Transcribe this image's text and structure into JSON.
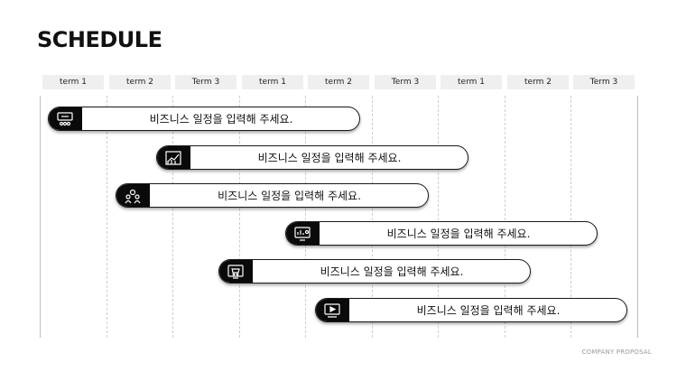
{
  "title": "SCHEDULE",
  "terms": [
    "term 1",
    "term 2",
    "Term 3",
    "term 1",
    "term 2",
    "Term 3",
    "term 1",
    "term 2",
    "Term 3"
  ],
  "tasks": [
    {
      "label": "비즈니스 일정을 입력해 주세요.",
      "icon": "presentation-icon"
    },
    {
      "label": "비즈니스 일정을 입력해 주세요.",
      "icon": "growth-chart-icon"
    },
    {
      "label": "비즈니스 일정을 입력해 주세요.",
      "icon": "team-icon"
    },
    {
      "label": "비즈니스 일정을 입력해 주세요.",
      "icon": "dashboard-icon"
    },
    {
      "label": "비즈니스 일정을 입력해 주세요.",
      "icon": "shopping-cart-icon"
    },
    {
      "label": "비즈니스 일정을 입력해 주세요.",
      "icon": "video-play-icon"
    }
  ],
  "footer": "COMPANY PROPOSAL",
  "colors": {
    "accent": "#0a0a0a",
    "header_bg": "#efefef"
  }
}
